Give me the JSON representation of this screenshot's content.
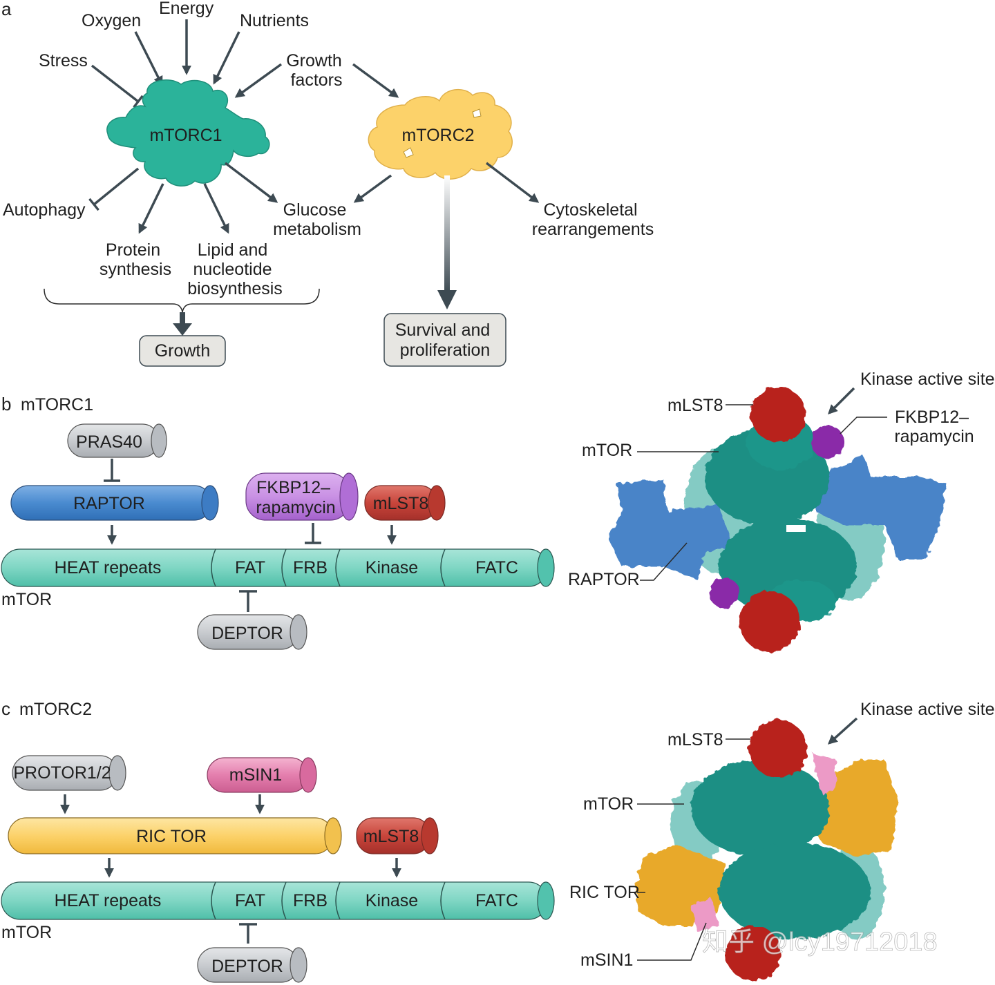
{
  "panel_a": {
    "letter": "a",
    "inputs": {
      "stress": "Stress",
      "oxygen": "Oxygen",
      "energy": "Energy",
      "nutrients": "Nutrients",
      "growth_factors": [
        "Growth",
        "factors"
      ]
    },
    "mtorc1_label": "mTORC1",
    "mtorc2_label": "mTORC2",
    "outputs": {
      "autophagy": "Autophagy",
      "protein_synthesis": [
        "Protein",
        "synthesis"
      ],
      "lipid_biosynthesis": [
        "Lipid and",
        "nucleotide",
        "biosynthesis"
      ],
      "glucose_metabolism": [
        "Glucose",
        "metabolism"
      ],
      "cytoskeletal": [
        "Cytoskeletal",
        "rearrangements"
      ]
    },
    "growth_box": "Growth",
    "survival_box": [
      "Survival and",
      "proliferation"
    ]
  },
  "panel_b": {
    "letter": "b",
    "title": "mTORC1",
    "pras40": "PRAS40",
    "raptor": "RAPTOR",
    "fkbp12": [
      "FKBP12–",
      "rapamycin"
    ],
    "mlst8": "mLST8",
    "mtor_segments": [
      "HEAT repeats",
      "FAT",
      "FRB",
      "Kinase",
      "FATC"
    ],
    "mtor_label": "mTOR",
    "deptor": "DEPTOR",
    "structure_labels": {
      "kinase_active_site": "Kinase active site",
      "mlst8": "mLST8",
      "fkbp12": [
        "FKBP12–",
        "rapamycin"
      ],
      "mtor": "mTOR",
      "raptor": "RAPTOR"
    }
  },
  "panel_c": {
    "letter": "c",
    "title": "mTORC2",
    "protor": "PROTOR1/2",
    "msin1": "mSIN1",
    "rictor": "RIC TOR",
    "mlst8": "mLST8",
    "mtor_segments": [
      "HEAT repeats",
      "FAT",
      "FRB",
      "Kinase",
      "FATC"
    ],
    "mtor_label": "mTOR",
    "deptor": "DEPTOR",
    "structure_labels": {
      "kinase_active_site": "Kinase active site",
      "mlst8": "mLST8",
      "mtor": "mTOR",
      "rictor": "RIC TOR",
      "msin1": "mSIN1"
    }
  },
  "watermark": "知乎 @lcy19712018",
  "colors": {
    "mtorc1": "#2bb39a",
    "mtorc2": "#fcd26a",
    "mtor_bar": "#7fd6c4",
    "raptor": "#4a8bd0",
    "fkbp12": "#b46fd8",
    "mlst8": "#c8453b",
    "grey_protein": "#c9ccd0",
    "rictor": "#fcd26a",
    "msin1": "#e47fae",
    "struct_mtor": "#1c8f84",
    "struct_mtor_light": "#5cbab0",
    "struct_raptor": "#4a84c8",
    "struct_mlst8": "#b8211d",
    "struct_fkbp": "#8a2ba8",
    "struct_rictor": "#e8a92a",
    "struct_msin1": "#ec9ac6",
    "box_fill": "#e7e6e2"
  }
}
